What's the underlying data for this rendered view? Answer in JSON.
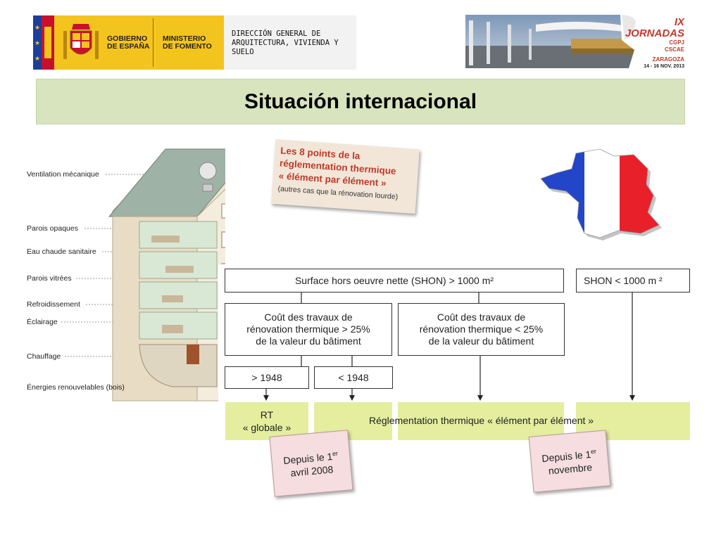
{
  "header": {
    "gov_name_l1": "GOBIERNO",
    "gov_name_l2": "DE ESPAÑA",
    "ministry_l1": "MINISTERIO",
    "ministry_l2": "DE FOMENTO",
    "dg_name": "DIRECCIÓN GENERAL DE ARQUITECTURA, VIVIENDA Y SUELO",
    "event_l1": "IX JORNADAS",
    "event_l2": "CGPJ",
    "event_l3": "CSCAE",
    "event_l4": "ZARAGOZA",
    "event_l5": "14 - 16 NOV. 2013"
  },
  "title": "Situación internacional",
  "house_labels": [
    "Ventilation mécanique",
    "Parois opaques",
    "Eau chaude sanitaire",
    "Parois vitrées",
    "Refroidissement",
    "Éclairage",
    "Chauffage",
    "Énergies renouvelables (bois)"
  ],
  "points_card": {
    "line1": "Les 8 points de la",
    "line2": "réglementation thermique",
    "line3": "« élément par élément »",
    "sub": "(autres cas que la rénovation lourde)"
  },
  "flow": {
    "shon_gt": "Surface hors oeuvre nette (SHON) > 1000 m²",
    "shon_lt": "SHON < 1000 m ²",
    "cost_gt_l1": "Coût des travaux de",
    "cost_gt_l2": "rénovation thermique > 25%",
    "cost_gt_l3": "de la valeur du bâtiment",
    "cost_lt_l1": "Coût des travaux de",
    "cost_lt_l2": "rénovation thermique < 25%",
    "cost_lt_l3": "de la valeur du bâtiment",
    "after_1948": "> 1948",
    "before_1948": "< 1948",
    "rt_global_l1": "RT",
    "rt_global_l2": "« globale »",
    "rt_element": "Réglementation thermique « élément par élément »",
    "since_april_l1": "Depuis le 1",
    "since_april_sup": "er",
    "since_april_l2": "avril 2008",
    "since_nov_l1": "Depuis le 1",
    "since_nov_sup": "er",
    "since_nov_l2": "novembre"
  },
  "colors": {
    "title_bar": "#d7e4bd",
    "green_box": "#e4ee9e",
    "pink_note": "#f5dde0",
    "gov_yellow": "#f4c41e",
    "flag_red": "#c8102e"
  }
}
